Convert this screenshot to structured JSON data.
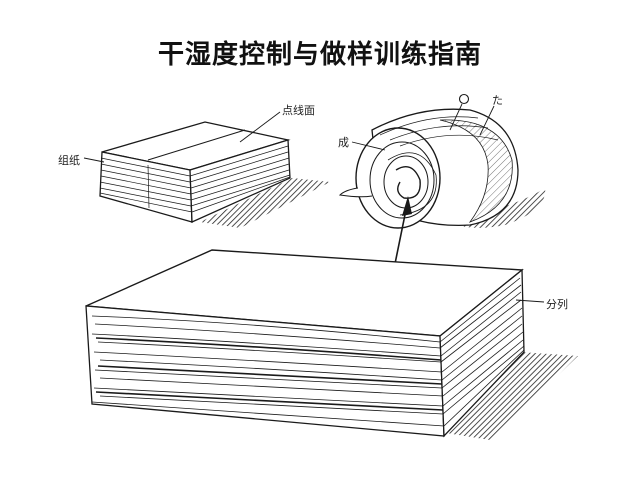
{
  "title": "干湿度控制与做样训练指南",
  "labels": {
    "left_block_top": "点线面",
    "left_block_side": "组纸",
    "roll_left": "成",
    "roll_top_right": "た",
    "big_stack_right": "分列"
  },
  "colors": {
    "ink": "#1a1a1a",
    "shadow": "#3a3a3a",
    "paper": "#ffffff"
  }
}
